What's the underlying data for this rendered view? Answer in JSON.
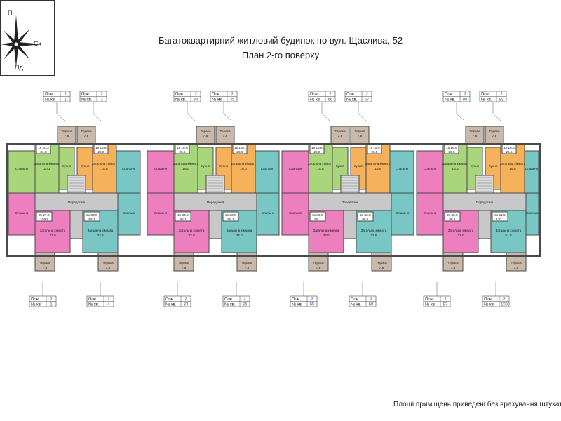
{
  "title": "Багатоквартирний житловий будинок по вул. Щаслива, 52",
  "subtitle": "План 2-го поверху",
  "compass": {
    "north": "Пн",
    "east": "Сх",
    "south": "Пд"
  },
  "note": "Площі приміщень приведені без врахування штукатурки",
  "colors": {
    "pink": "#ee7fbf",
    "teal": "#79c7c5",
    "green": "#a9d67a",
    "orange": "#f6b25a",
    "terrace": "#c9b9ab",
    "hall": "#c8c8c8",
    "wall": "#4a4a4a",
    "number": "#1a5fb4"
  },
  "tag_labels": {
    "floor": "Пов.",
    "apt": "№ кв."
  },
  "top_tags": [
    {
      "floor": "2",
      "apt": "2"
    },
    {
      "floor": "2",
      "apt": "3"
    },
    {
      "floor": "2",
      "apt": "34"
    },
    {
      "floor": "2",
      "apt": "35"
    },
    {
      "floor": "2",
      "apt": "66"
    },
    {
      "floor": "2",
      "apt": "67"
    },
    {
      "floor": "2",
      "apt": "98"
    },
    {
      "floor": "2",
      "apt": "99"
    }
  ],
  "bottom_tags": [
    {
      "floor": "2",
      "apt": "1"
    },
    {
      "floor": "2",
      "apt": "4"
    },
    {
      "floor": "2",
      "apt": "33"
    },
    {
      "floor": "2",
      "apt": "36"
    },
    {
      "floor": "2",
      "apt": "65"
    },
    {
      "floor": "2",
      "apt": "68"
    },
    {
      "floor": "2",
      "apt": "97"
    },
    {
      "floor": "2",
      "apt": "100"
    }
  ],
  "rooms": {
    "terrace": "Тераса",
    "kitchen": "Кухня",
    "bedroom": "Спальня",
    "living": "Загальна кімната",
    "hall": "Передпокій",
    "terrace_area": "7.8"
  },
  "blocks": [
    {
      "top_left": {
        "rooms": "1к",
        "area1": "20.3",
        "area2": "31.5"
      },
      "top_right": {
        "rooms": "1к",
        "area1": "15.8",
        "area2": "26.5"
      },
      "bottom_left": {
        "rooms": "2к",
        "area1": "27.9",
        "area2": "109.9"
      },
      "bottom_right": {
        "rooms": "2к",
        "area1": "33.8",
        "area2": "95.1"
      }
    },
    {
      "top_left": {
        "rooms": "1к",
        "area1": "16.0",
        "area2": "26.5"
      },
      "top_right": {
        "rooms": "1к",
        "area1": "16.0",
        "area2": "26.5"
      },
      "bottom_left": {
        "rooms": "2к",
        "area1": "33.8",
        "area2": "95.1"
      },
      "bottom_right": {
        "rooms": "2к",
        "area1": "33.0",
        "area2": "95.1"
      }
    },
    {
      "top_left": {
        "rooms": "1к",
        "area1": "15.8",
        "area2": "26.5"
      },
      "top_right": {
        "rooms": "1к",
        "area1": "15.8",
        "area2": "26.5"
      },
      "bottom_left": {
        "rooms": "2к",
        "area1": "33.0",
        "area2": "95.1"
      },
      "bottom_right": {
        "rooms": "2к",
        "area1": "33.8",
        "area2": "95.1"
      }
    },
    {
      "top_left": {
        "rooms": "1к",
        "area1": "16.6",
        "area2": "26.5"
      },
      "top_right": {
        "rooms": "1к",
        "area1": "16.6",
        "area2": "26.5"
      },
      "bottom_left": {
        "rooms": "2к",
        "area1": "33.0",
        "area2": "95.1"
      },
      "bottom_right": {
        "rooms": "3к",
        "area1": "51.5",
        "area2": "120.1"
      }
    }
  ]
}
